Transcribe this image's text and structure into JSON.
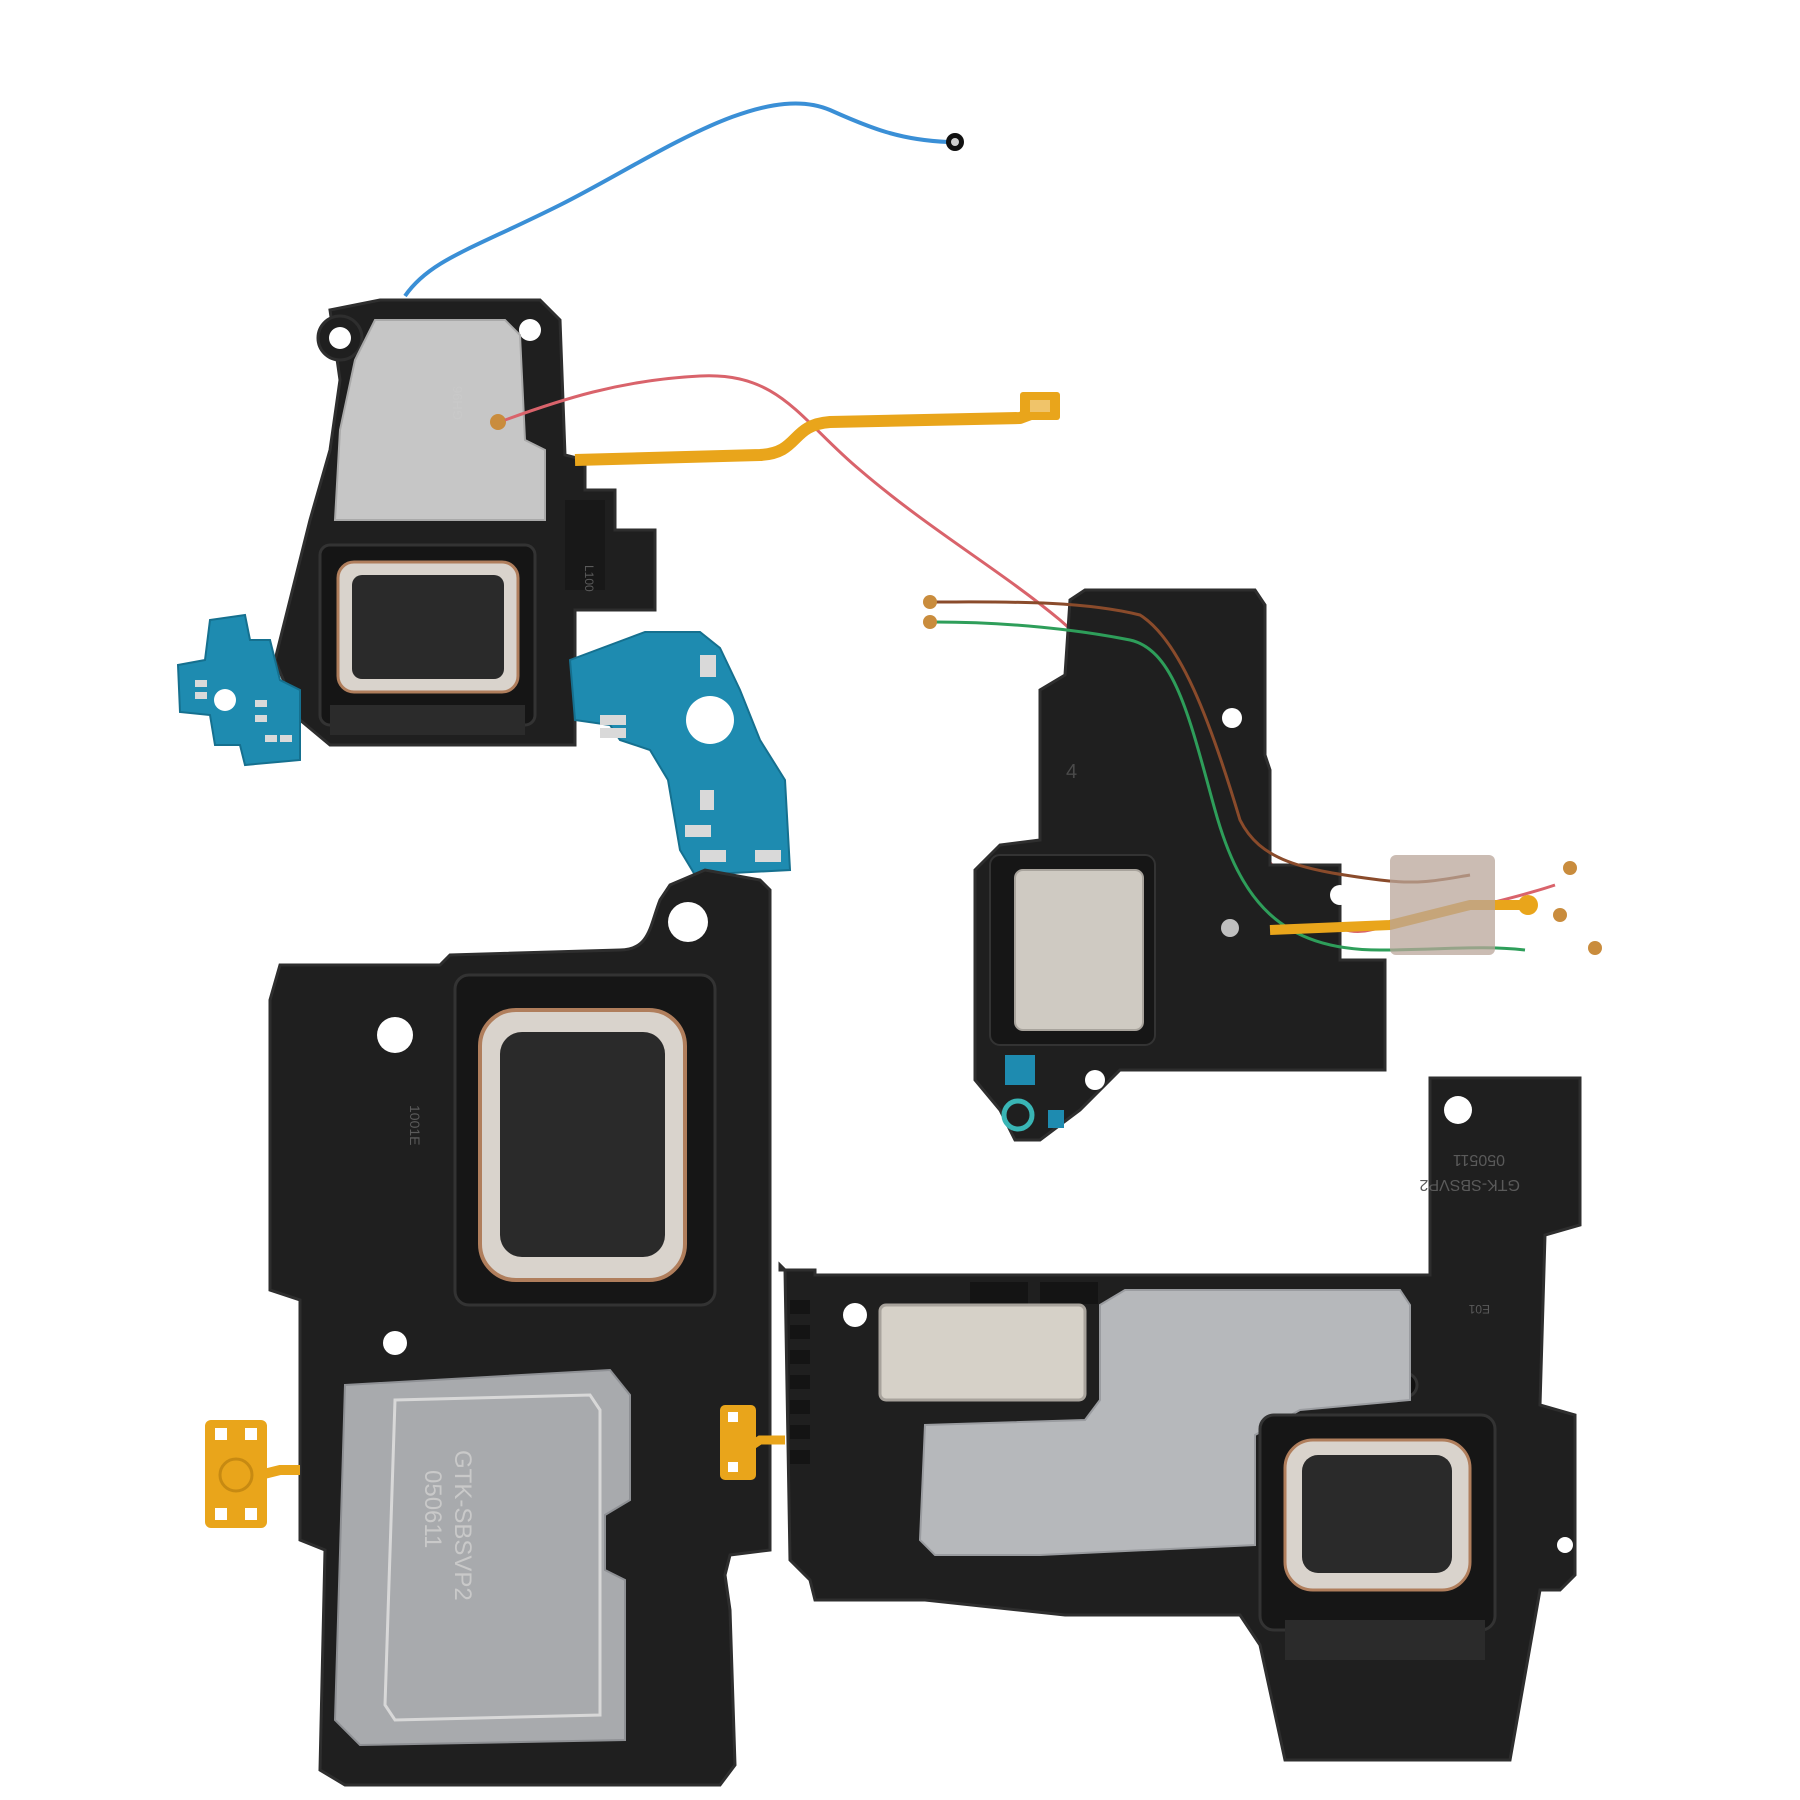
{
  "scene": {
    "background": "#ffffff",
    "modules": [
      {
        "id": "top-left-speaker",
        "marking": "GH96",
        "side_mark": "L100"
      },
      {
        "id": "center-right-speaker",
        "marking": "4"
      },
      {
        "id": "bottom-left-speaker",
        "marking_line1": "GTK-SBSVP2",
        "marking_line2": "050611",
        "side_mark": "1001E"
      },
      {
        "id": "bottom-right-speaker",
        "marking_line1": "GTK-SBSVP2",
        "marking_line2": "050511",
        "side_mark": "E01"
      }
    ],
    "colors": {
      "housing": "#1f1f1f",
      "housing_edge": "#2e2e2e",
      "shield": "#c6c6c6",
      "membrane": "#2a2a2a",
      "pcb": "#1e8bb0",
      "flex": "#e9a51b",
      "cable_blue": "#3a8fd6",
      "cable_red": "#d9636b",
      "cable_green": "#2e9e5a",
      "cable_brown": "#8a4b2b"
    }
  }
}
